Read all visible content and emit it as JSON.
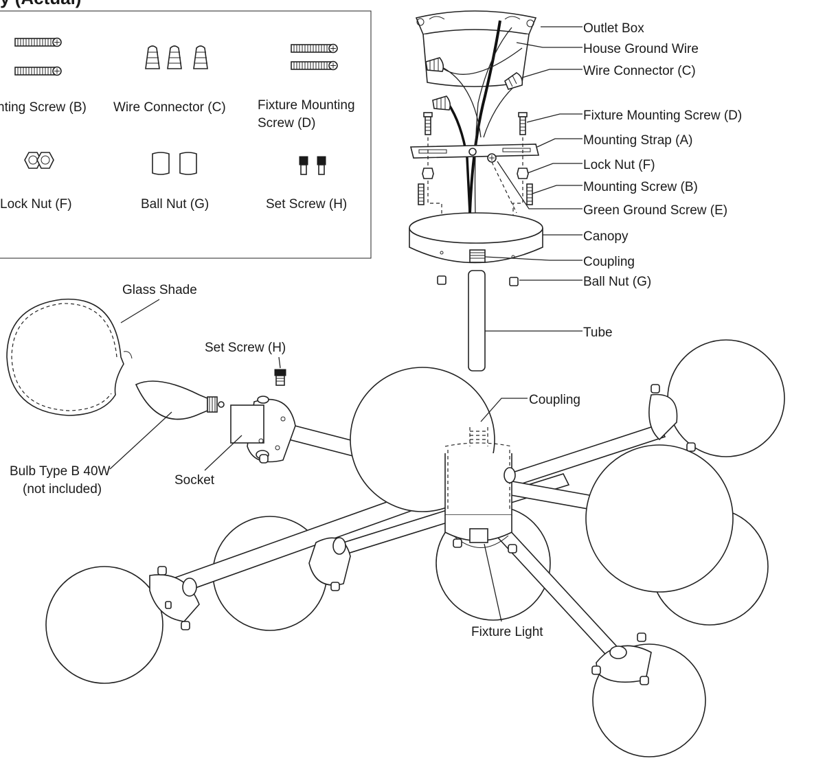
{
  "parts_box": {
    "heading": "y (Actual)",
    "items": [
      {
        "label": "nting Screw (B)",
        "icon": "screw-icon"
      },
      {
        "label": "Wire Connector (C)",
        "icon": "wire-connector-icon"
      },
      {
        "label_line1": "Fixture Mounting",
        "label_line2": "Screw (D)",
        "icon": "screw-icon"
      },
      {
        "label": "Lock Nut (F)",
        "icon": "hex-nut-icon"
      },
      {
        "label": "Ball Nut (G)",
        "icon": "ball-nut-icon"
      },
      {
        "label": "Set Screw (H)",
        "icon": "set-screw-icon"
      }
    ]
  },
  "callouts": {
    "outlet_box": "Outlet Box",
    "house_ground_wire": "House Ground Wire",
    "wire_connector": "Wire Connector (C)",
    "fixture_mounting_screw": "Fixture Mounting Screw (D)",
    "mounting_strap": "Mounting Strap (A)",
    "lock_nut": "Lock Nut (F)",
    "mounting_screw": "Mounting Screw (B)",
    "green_ground_screw": "Green Ground Screw (E)",
    "canopy": "Canopy",
    "coupling_top": "Coupling",
    "ball_nut": "Ball Nut (G)",
    "tube": "Tube",
    "glass_shade": "Glass Shade",
    "set_screw": "Set Screw (H)",
    "coupling_body": "Coupling",
    "bulb_line1": "Bulb Type B 40W",
    "bulb_line2": "(not included)",
    "socket": "Socket",
    "fixture_light": "Fixture Light"
  }
}
